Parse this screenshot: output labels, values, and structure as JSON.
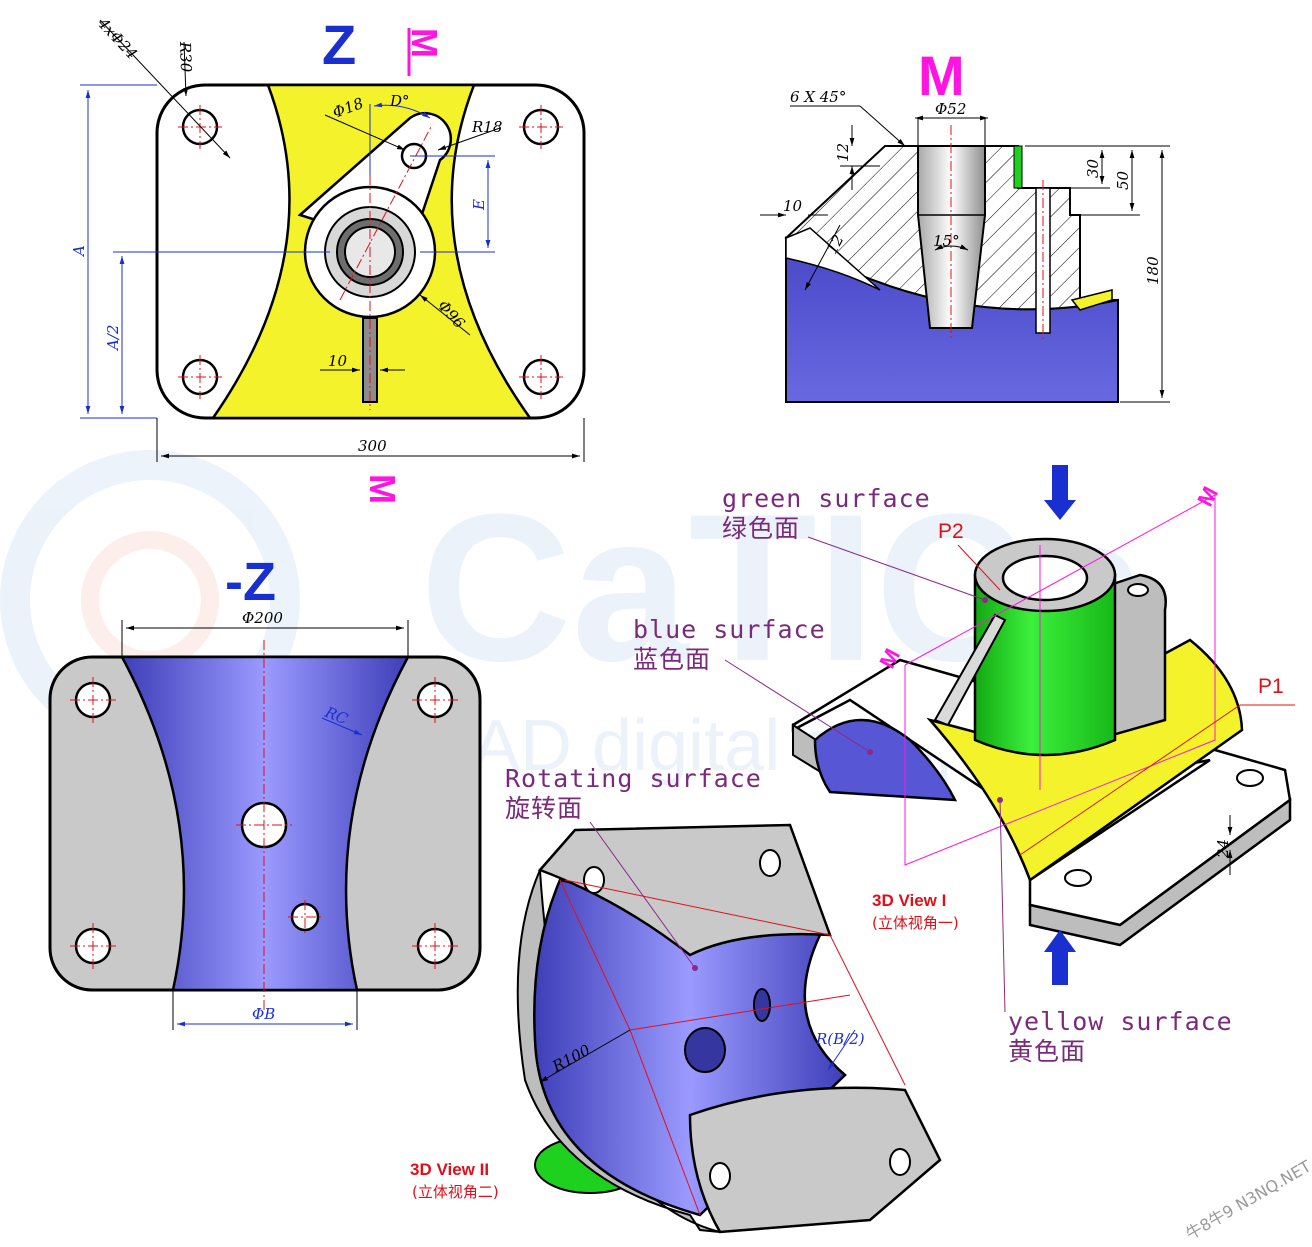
{
  "colors": {
    "yellow": "#f4f22a",
    "blue_surface": "#5757d6",
    "green": "#1fd11f",
    "gray_face": "#c9c9c9",
    "dim_blue": "#1a2fd0",
    "magenta": "#ff14e1",
    "red": "#e0101a",
    "label_purple": "#7a2a7a"
  },
  "views": {
    "z_label": "Z",
    "m_marker": "M",
    "m_label": "M",
    "neg_z_label": "-Z"
  },
  "dims_top_view": {
    "holes": "4xΦ24",
    "r30": "R30",
    "d_angle": "D°",
    "phi18": "Φ18",
    "r18": "R18",
    "e": "E",
    "a": "A",
    "a_half": "A/2",
    "phi96": "Φ96",
    "ten": "10",
    "width": "300"
  },
  "dims_section_view": {
    "chamfer": "6 X 45°",
    "phi52": "Φ52",
    "d12a": "12",
    "d30": "30",
    "d50": "50",
    "d10": "10",
    "d12b": "12",
    "angle15": "15°",
    "d180": "180"
  },
  "dims_bottom_view": {
    "phi200": "Φ200",
    "rc": "RC",
    "phib": "ΦB"
  },
  "dims_3d": {
    "d24": "24",
    "r100": "R100",
    "rb2": "R(B/2)"
  },
  "callouts": {
    "green_en": "green surface",
    "green_cn": "绿色面",
    "blue_en": "blue surface",
    "blue_cn": "蓝色面",
    "rot_en": "Rotating surface",
    "rot_cn": "旋转面",
    "yellow_en": "yellow surface",
    "yellow_cn": "黄色面",
    "p1": "P1",
    "p2": "P2"
  },
  "view_titles": {
    "view1": "3D View I",
    "view1_cn": "(立体视角一)",
    "view2": "3D View II",
    "view2_cn": "(立体视角二)"
  },
  "watermark": {
    "brand": "CaTICs",
    "tagline": "CAD digital competition",
    "corner": "牛8牛9 N3NQ.NET"
  }
}
